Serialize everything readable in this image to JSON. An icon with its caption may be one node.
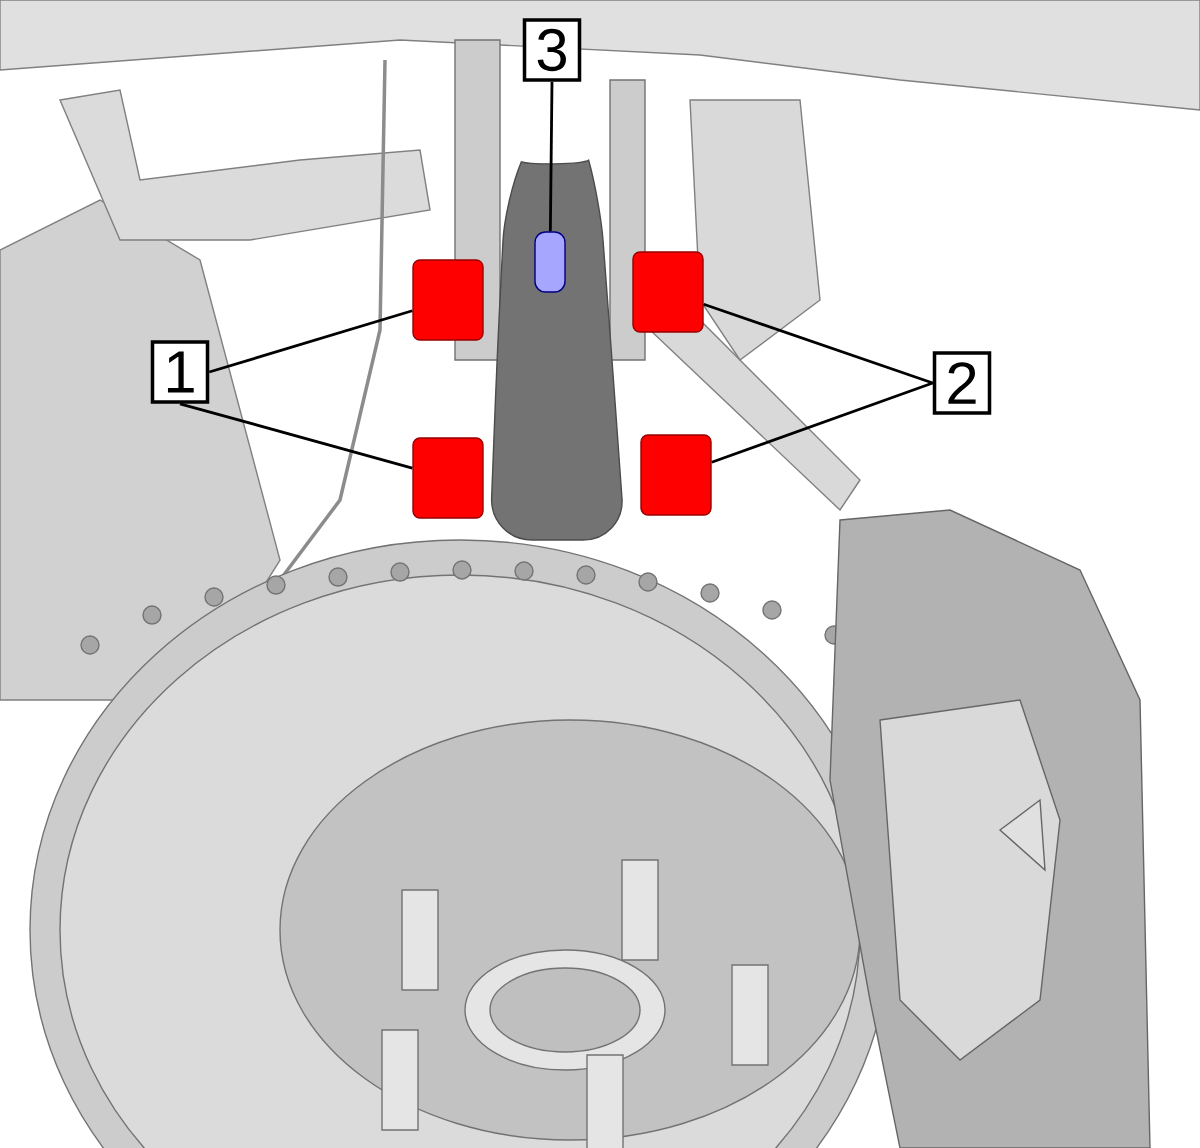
{
  "diagram": {
    "nodes": [
      {
        "text": [
          "3"
        ]
      },
      {
        "text": [
          "1"
        ]
      },
      {
        "text": [
          "2"
        ]
      },
      {
        "text": [],
        "shape": "box"
      },
      {
        "text": [],
        "shape": "box"
      },
      {
        "text": [],
        "shape": "box"
      },
      {
        "text": [],
        "shape": "box"
      },
      {
        "text": [],
        "shape": "box"
      }
    ],
    "edges": [
      {
        "from": 0,
        "to": 3,
        "arrow": "none"
      },
      {
        "from": 1,
        "to": 4,
        "arrow": "none"
      },
      {
        "from": 1,
        "to": 6,
        "arrow": "none"
      },
      {
        "from": 2,
        "to": 5,
        "arrow": "none"
      },
      {
        "from": 2,
        "to": 7,
        "arrow": "none"
      }
    ]
  }
}
